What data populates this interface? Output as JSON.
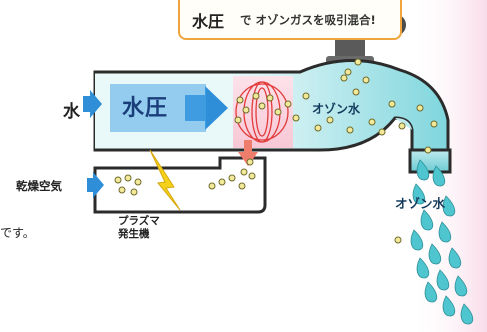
{
  "callout": {
    "emphasis": "水圧",
    "text": "で オゾンガスを吸引混合!"
  },
  "labels": {
    "water": "水",
    "water_pressure": "水圧",
    "ozone_water_pipe": "オゾン水",
    "dry_air": "乾燥空気",
    "plasma_generator": "プラズマ\n発生機",
    "ozone_water_drops": "オゾン水",
    "clipped_text": "です。"
  },
  "colors": {
    "pipe_fill_light": "#e4f7f8",
    "pipe_fill_mid": "#7fd6dd",
    "pipe_outline": "#2b2b2b",
    "faucet_handle": "#4a4a4a",
    "arrow_blue": "#2e8fd8",
    "pink_panel": "#f9dbe9",
    "bubble": "#f2ea9a",
    "bubble_outline": "#6e6a2c",
    "spark_yellow": "#f5d21a",
    "mix_red": "#e23b3b",
    "callout_border": "#f0a53c",
    "drop": "#4fc6cf"
  }
}
